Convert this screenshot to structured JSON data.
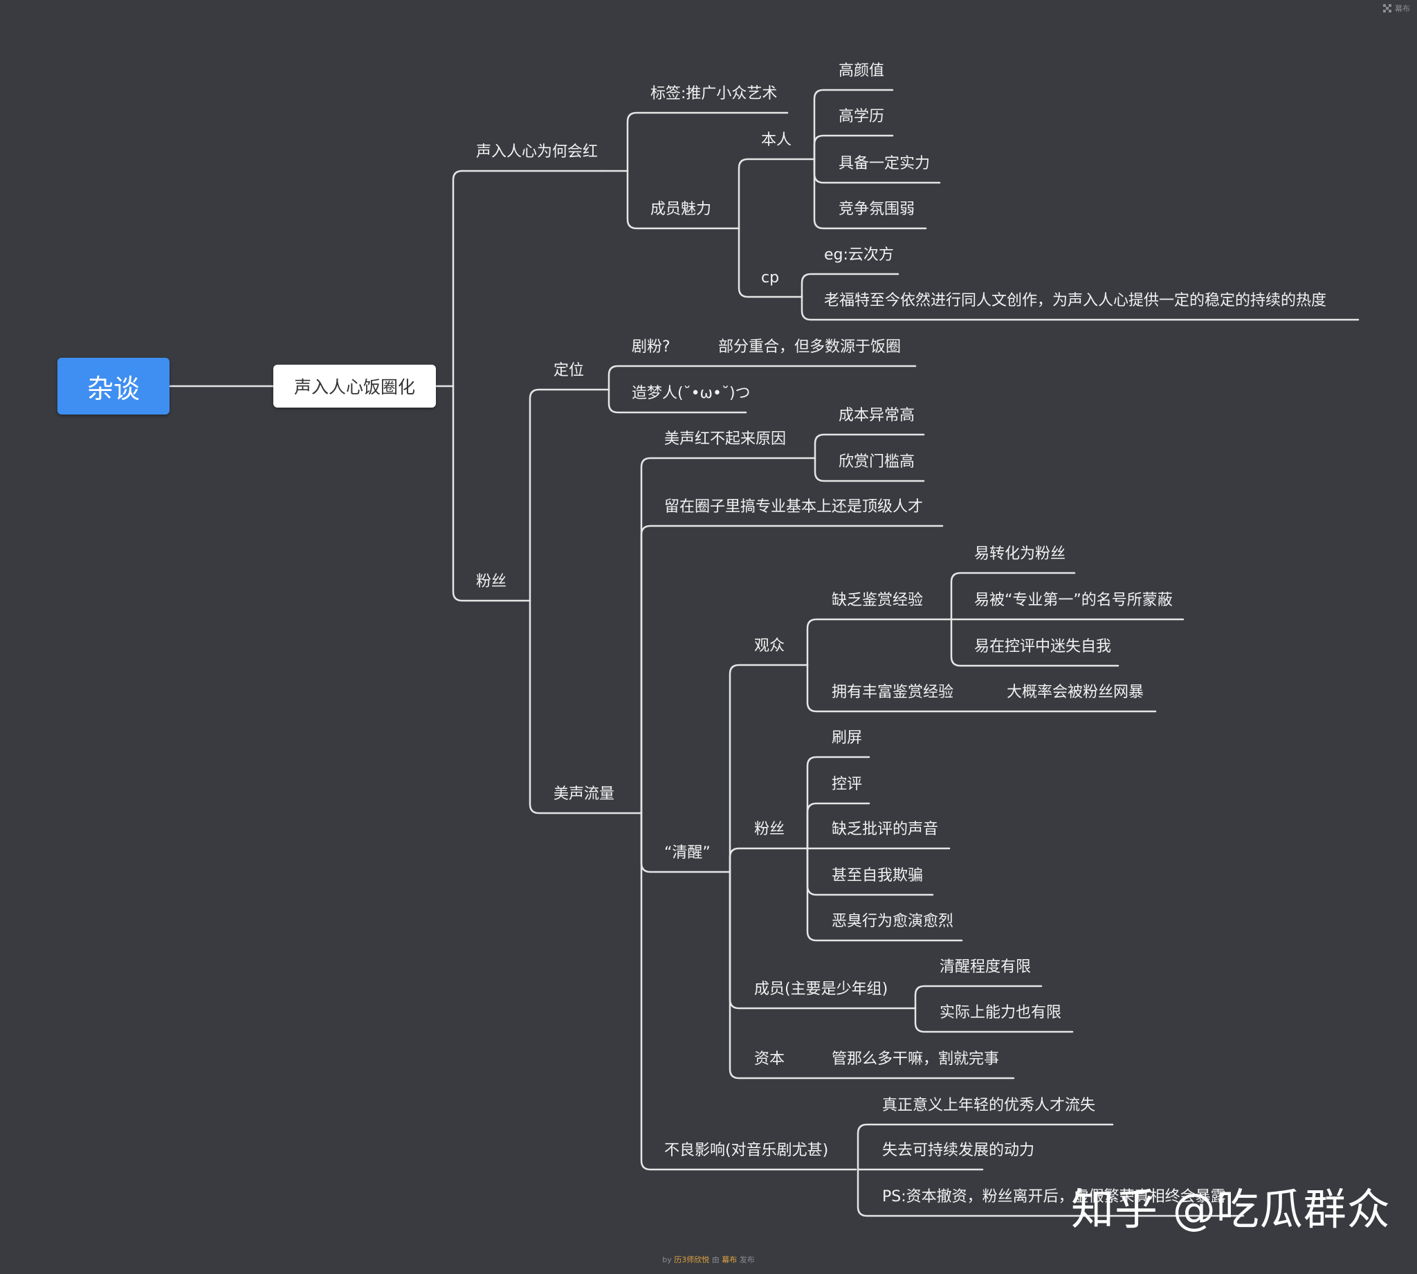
{
  "app": {
    "badge_label": "幕布"
  },
  "root": {
    "label": "杂谈"
  },
  "center": {
    "label": "声入人心饭圈化"
  },
  "nodes": {
    "why_popular": "声入人心为何会红",
    "tag": "标签:推广小众艺术",
    "member_charm": "成员魅力",
    "self": "本人",
    "high_looks": "高颜值",
    "high_edu": "高学历",
    "some_skill": "具备一定实力",
    "weak_competition": "竞争氛围弱",
    "cp": "cp",
    "eg": "eg:云次方",
    "fanfic": "老福特至今依然进行同人文创作，为声入人心提供一定的稳定的持续的热度",
    "fans": "粉丝",
    "position": "定位",
    "drama_fans": "剧粉?",
    "partial_overlap": "部分重合，但多数源于饭圈",
    "dreamers": "造梦人(˘•ω•˘)つ",
    "traffic": "美声流量",
    "why_not_popular": "美声红不起来原因",
    "high_cost": "成本异常高",
    "high_threshold": "欣赏门槛高",
    "top_talent": "留在圈子里搞专业基本上还是顶级人才",
    "sober": "“清醒”",
    "audience": "观众",
    "lack_exp": "缺乏鉴赏经验",
    "easy_fan": "易转化为粉丝",
    "easy_fooled": "易被“专业第一”的名号所蒙蔽",
    "lost_self": "易在控评中迷失自我",
    "rich_exp": "拥有丰富鉴赏经验",
    "cyberbully": "大概率会被粉丝网暴",
    "fans2": "粉丝",
    "spam": "刷屏",
    "control": "控评",
    "no_criticism": "缺乏批评的声音",
    "self_deceive": "甚至自我欺骗",
    "worse": "恶臭行为愈演愈烈",
    "members": "成员(主要是少年组)",
    "limited_sober": "清醒程度有限",
    "limited_ability": "实际上能力也有限",
    "capital": "资本",
    "reap": "管那么多干嘛，割就完事",
    "bad_effect": "不良影响(对音乐剧尤甚)",
    "talent_loss": "真正意义上年轻的优秀人才流失",
    "no_drive": "失去可持续发展的动力",
    "ps": "PS:资本撤资，粉丝离开后，虚假繁荣真相终会暴露"
  },
  "footer": {
    "by": "by",
    "author": "历3师欣悦",
    "mid": "由",
    "brand": "幕布",
    "end": "发布"
  },
  "watermark": "知乎 @吃瓜群众",
  "colors": {
    "background": "#393b40",
    "root": "#3f8ef1",
    "line": "#e6e6e6"
  }
}
